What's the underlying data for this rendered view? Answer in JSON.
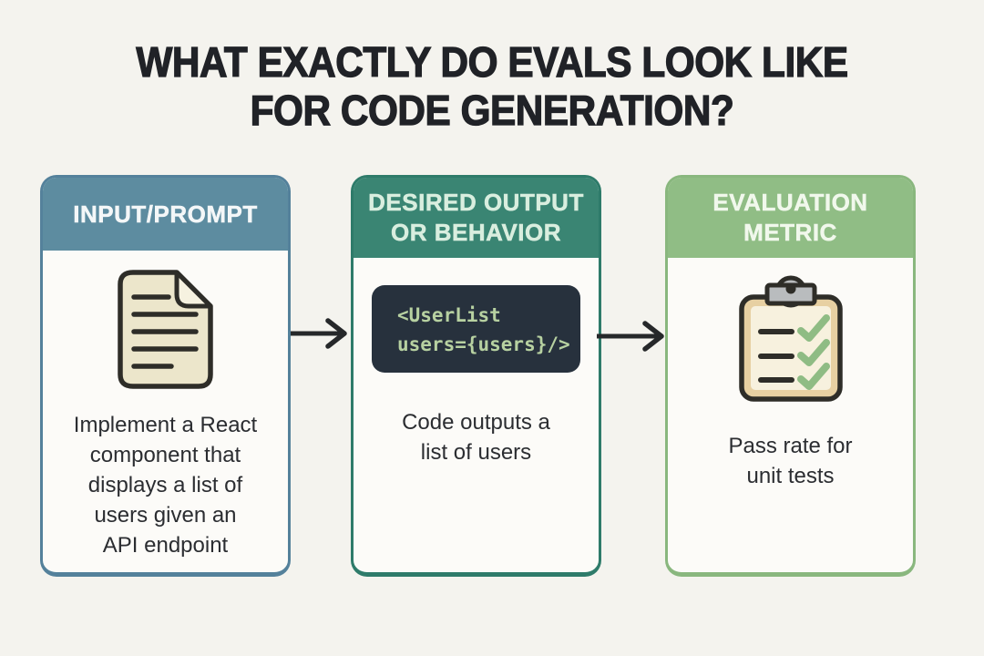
{
  "page": {
    "background": "#f4f3ee",
    "title": "WHAT EXACTLY DO EVALS LOOK LIKE\nFOR CODE GENERATION?",
    "title_color": "#202227"
  },
  "cards": [
    {
      "header": "INPUT/PROMPT",
      "header_bg": "#5d8ca0",
      "header_text_color": "#f4f7f8",
      "border_color": "#54819b",
      "body_bg": "#fcfbf8",
      "icon": "document-icon",
      "body": "Implement a React\ncomponent that\ndisplays a list of\nusers given an\nAPI endpoint"
    },
    {
      "header": "DESIRED OUTPUT\nOR BEHAVIOR",
      "header_bg": "#3a8573",
      "header_text_color": "#d9eedf",
      "border_color": "#2e7b6a",
      "body_bg": "#fcfbf8",
      "code": "<UserList\nusers={users}/>",
      "code_bg": "#27313d",
      "code_color": "#b7d1a1",
      "body": "Code outputs a\nlist of users"
    },
    {
      "header": "EVALUATION\nMETRIC",
      "header_bg": "#90bd85",
      "header_text_color": "#f1f8ec",
      "border_color": "#89b77e",
      "body_bg": "#fcfbf8",
      "icon": "clipboard-icon",
      "body": "Pass rate for\nunit tests"
    }
  ],
  "icon_colors": {
    "outline": "#2e2d28",
    "document_fill": "#ece6cb",
    "document_fold": "#f6f2e0",
    "clipboard_frame": "#e7d0a2",
    "clipboard_paper": "#f7f1de",
    "clip_gray": "#b9bcbe",
    "check_green": "#8fbc84"
  },
  "arrows": {
    "color": "#26282a"
  }
}
